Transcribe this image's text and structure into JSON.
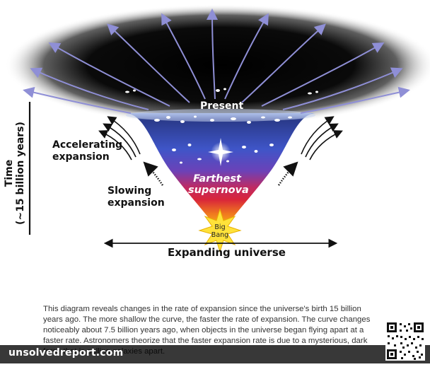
{
  "diagram": {
    "labels": {
      "present": "Present",
      "farthest_supernova_line1": "Farthest",
      "farthest_supernova_line2": "supernova",
      "big_bang_line1": "Big",
      "big_bang_line2": "Bang",
      "accelerating_line1": "Accelerating",
      "accelerating_line2": "expansion",
      "slowing_line1": "Slowing",
      "slowing_line2": "expansion",
      "expanding_universe": "Expanding universe",
      "time_line1": "Time",
      "time_line2": "(~15 billion years)"
    },
    "colors": {
      "funnel_top": "#2a3a8a",
      "funnel_upper": "#3f55c8",
      "funnel_middle": "#8a3fb0",
      "funnel_red": "#d9263a",
      "funnel_orange": "#f07a1e",
      "funnel_bottom": "#ffd21a",
      "halo": "#000000",
      "arrow_blue": "#8f8fd6"
    }
  },
  "caption": {
    "text": "This diagram reveals changes in the rate of expansion since the universe's birth 15 billion years ago. The more shallow the curve, the faster the rate of expansion. The curve changes noticeably about 7.5 billion years ago, when objects in the universe began flying apart at a faster rate. Astronomers theorize that the faster expansion rate is due to a mysterious, dark force that is pulling galaxies apart."
  },
  "watermark": {
    "text": "unsolvedreport.com"
  }
}
